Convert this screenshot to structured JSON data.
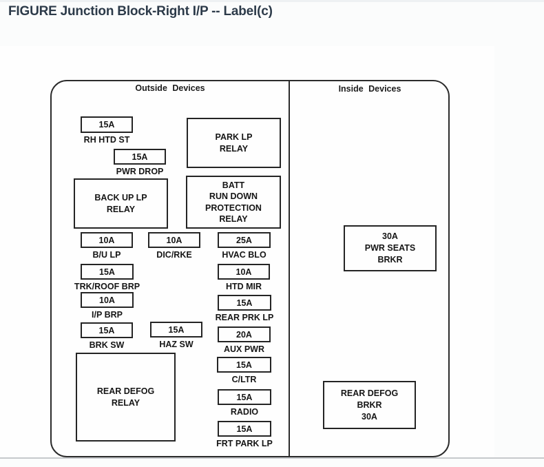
{
  "page": {
    "title": "FIGURE Junction Block-Right I/P -- Label(c)",
    "title_color": "#2c3a49",
    "line_color": "#2b2b2b",
    "background_color": "#fefefe"
  },
  "diagram": {
    "sections": {
      "outside": {
        "header": "Outside Devices"
      },
      "inside": {
        "header": "Inside Devices"
      }
    },
    "fuses": [
      {
        "amp": "15A",
        "label": "RH HTD ST"
      },
      {
        "amp": "15A",
        "label": "PWR DROP"
      },
      {
        "amp": "10A",
        "label": "B/U LP"
      },
      {
        "amp": "10A",
        "label": "DIC/RKE"
      },
      {
        "amp": "25A",
        "label": "HVAC BLO"
      },
      {
        "amp": "15A",
        "label": "TRK/ROOF BRP"
      },
      {
        "amp": "10A",
        "label": "HTD MIR"
      },
      {
        "amp": "10A",
        "label": "I/P BRP"
      },
      {
        "amp": "15A",
        "label": "REAR PRK LP"
      },
      {
        "amp": "15A",
        "label": "BRK SW"
      },
      {
        "amp": "15A",
        "label": "HAZ SW"
      },
      {
        "amp": "20A",
        "label": "AUX PWR"
      },
      {
        "amp": "15A",
        "label": "C/LTR"
      },
      {
        "amp": "15A",
        "label": "RADIO"
      },
      {
        "amp": "15A",
        "label": "FRT PARK LP"
      }
    ],
    "relays": [
      {
        "lines": [
          "PARK LP",
          "RELAY"
        ]
      },
      {
        "lines": [
          "BACK UP LP",
          "RELAY"
        ]
      },
      {
        "lines": [
          "BATT",
          "RUN DOWN",
          "PROTECTION",
          "RELAY"
        ]
      },
      {
        "lines": [
          "REAR DEFOG",
          "RELAY"
        ]
      },
      {
        "lines": [
          "30A",
          "PWR SEATS",
          "BRKR"
        ]
      },
      {
        "lines": [
          "REAR DEFOG",
          "BRKR",
          "30A"
        ]
      }
    ]
  }
}
